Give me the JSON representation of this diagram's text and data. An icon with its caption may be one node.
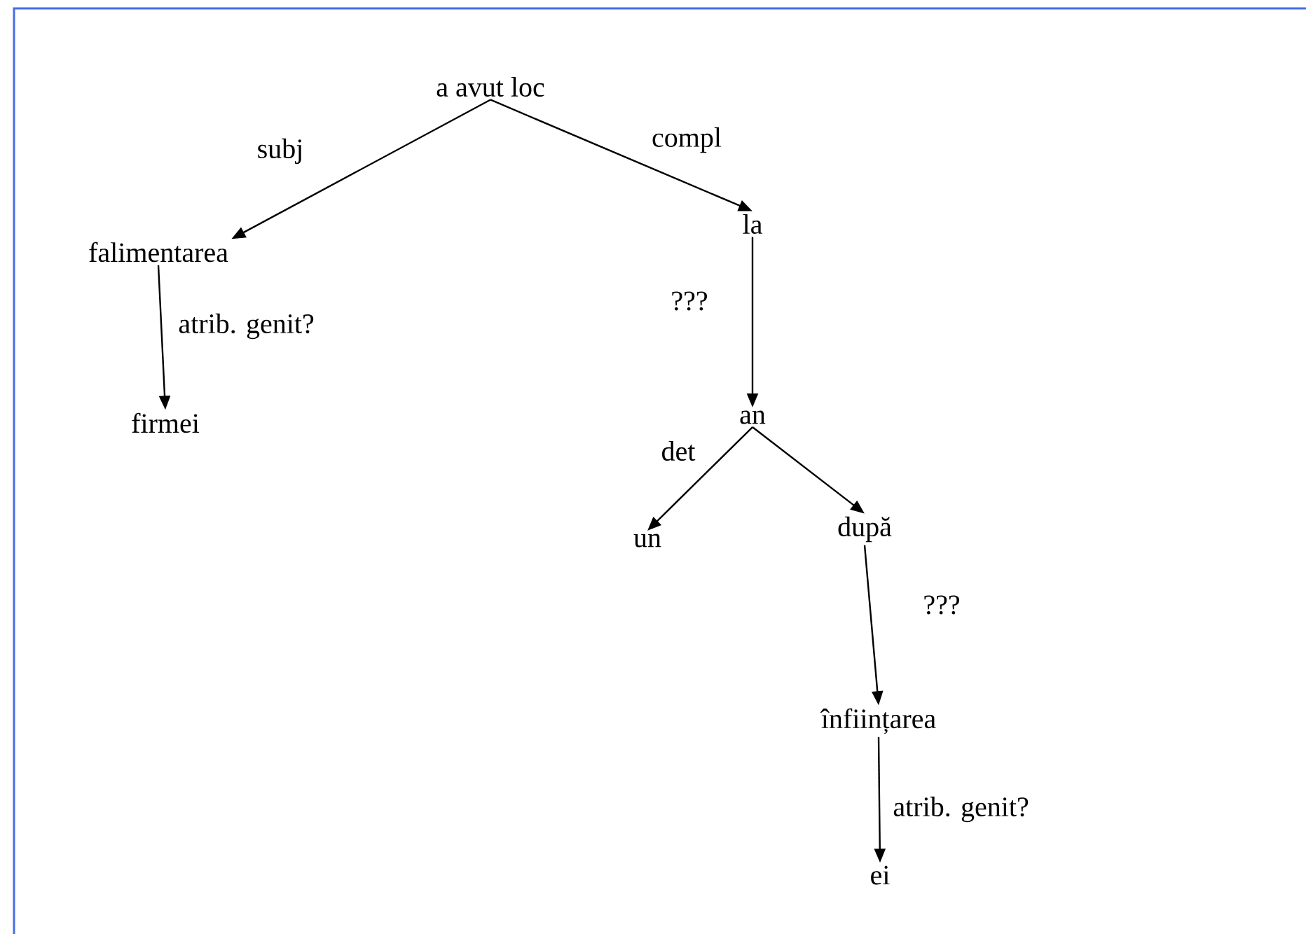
{
  "diagram": {
    "nodes": [
      {
        "text": [
          "a avut loc"
        ]
      },
      {
        "text": [
          "falimentarea"
        ]
      },
      {
        "text": [
          "firmei"
        ]
      },
      {
        "text": [
          "la"
        ]
      },
      {
        "text": [
          "an"
        ]
      },
      {
        "text": [
          "un"
        ]
      },
      {
        "text": [
          "după"
        ]
      },
      {
        "text": [
          "înființarea"
        ]
      },
      {
        "text": [
          "ei"
        ]
      }
    ],
    "edges": [
      {
        "from": 0,
        "to": 1,
        "arrow": "to",
        "label": "subj"
      },
      {
        "from": 0,
        "to": 3,
        "arrow": "to",
        "label": "compl"
      },
      {
        "from": 1,
        "to": 2,
        "arrow": "to",
        "label": "atrib. genit?"
      },
      {
        "from": 3,
        "to": 4,
        "arrow": "to",
        "label": "???"
      },
      {
        "from": 4,
        "to": 5,
        "arrow": "to",
        "label": "det"
      },
      {
        "from": 4,
        "to": 6,
        "arrow": "to"
      },
      {
        "from": 6,
        "to": 7,
        "arrow": "to",
        "label": "???"
      },
      {
        "from": 7,
        "to": 8,
        "arrow": "to",
        "label": "atrib. genit?"
      }
    ]
  }
}
